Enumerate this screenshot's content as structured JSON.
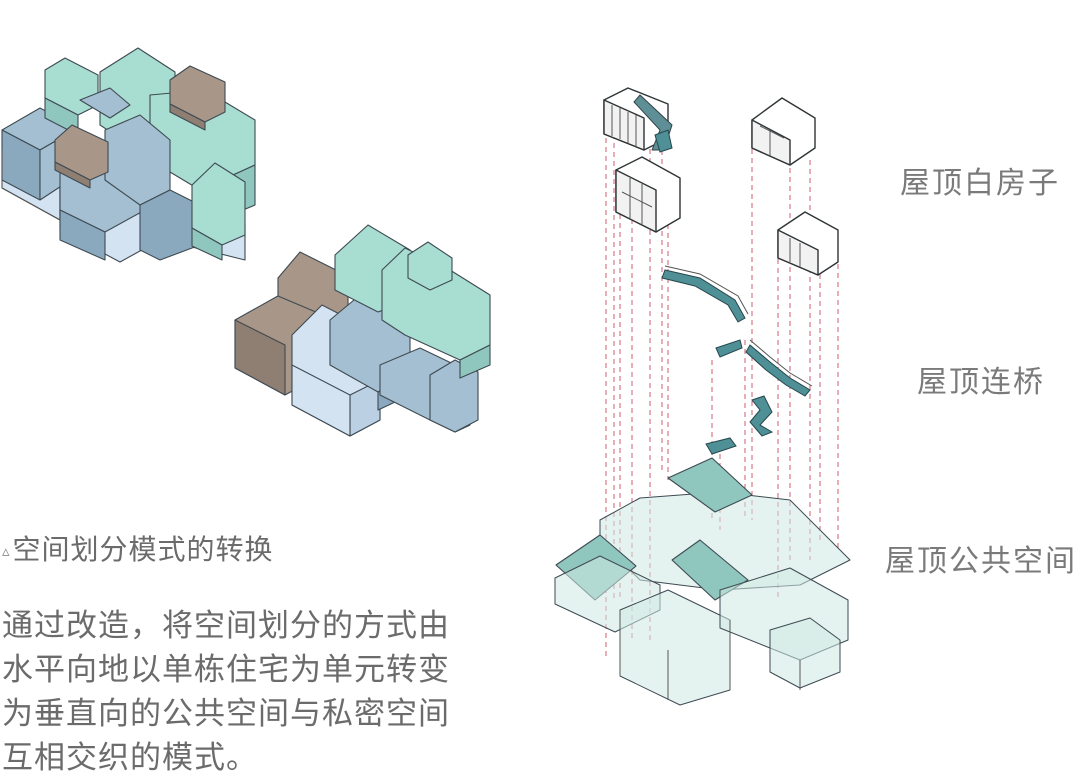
{
  "caption": {
    "marker": "▵",
    "title": "空间划分模式的转换"
  },
  "description": {
    "lines": [
      "通过改造，将空间划分的方式由",
      "水平向地以单栋住宅为单元转变",
      "为垂直向的公共空间与私密空间",
      "互相交织的模式。"
    ]
  },
  "layers": [
    "屋顶白房子",
    "屋顶连桥",
    "屋顶公共空间"
  ],
  "colors": {
    "teal": "#a8ddd2",
    "blue": "#a3bfd1",
    "pale_blue": "#d4e3f1",
    "brown": "#a89688",
    "bridge": "#4f8f96",
    "dash": "#d25c72",
    "text": "#6b6b6b"
  }
}
